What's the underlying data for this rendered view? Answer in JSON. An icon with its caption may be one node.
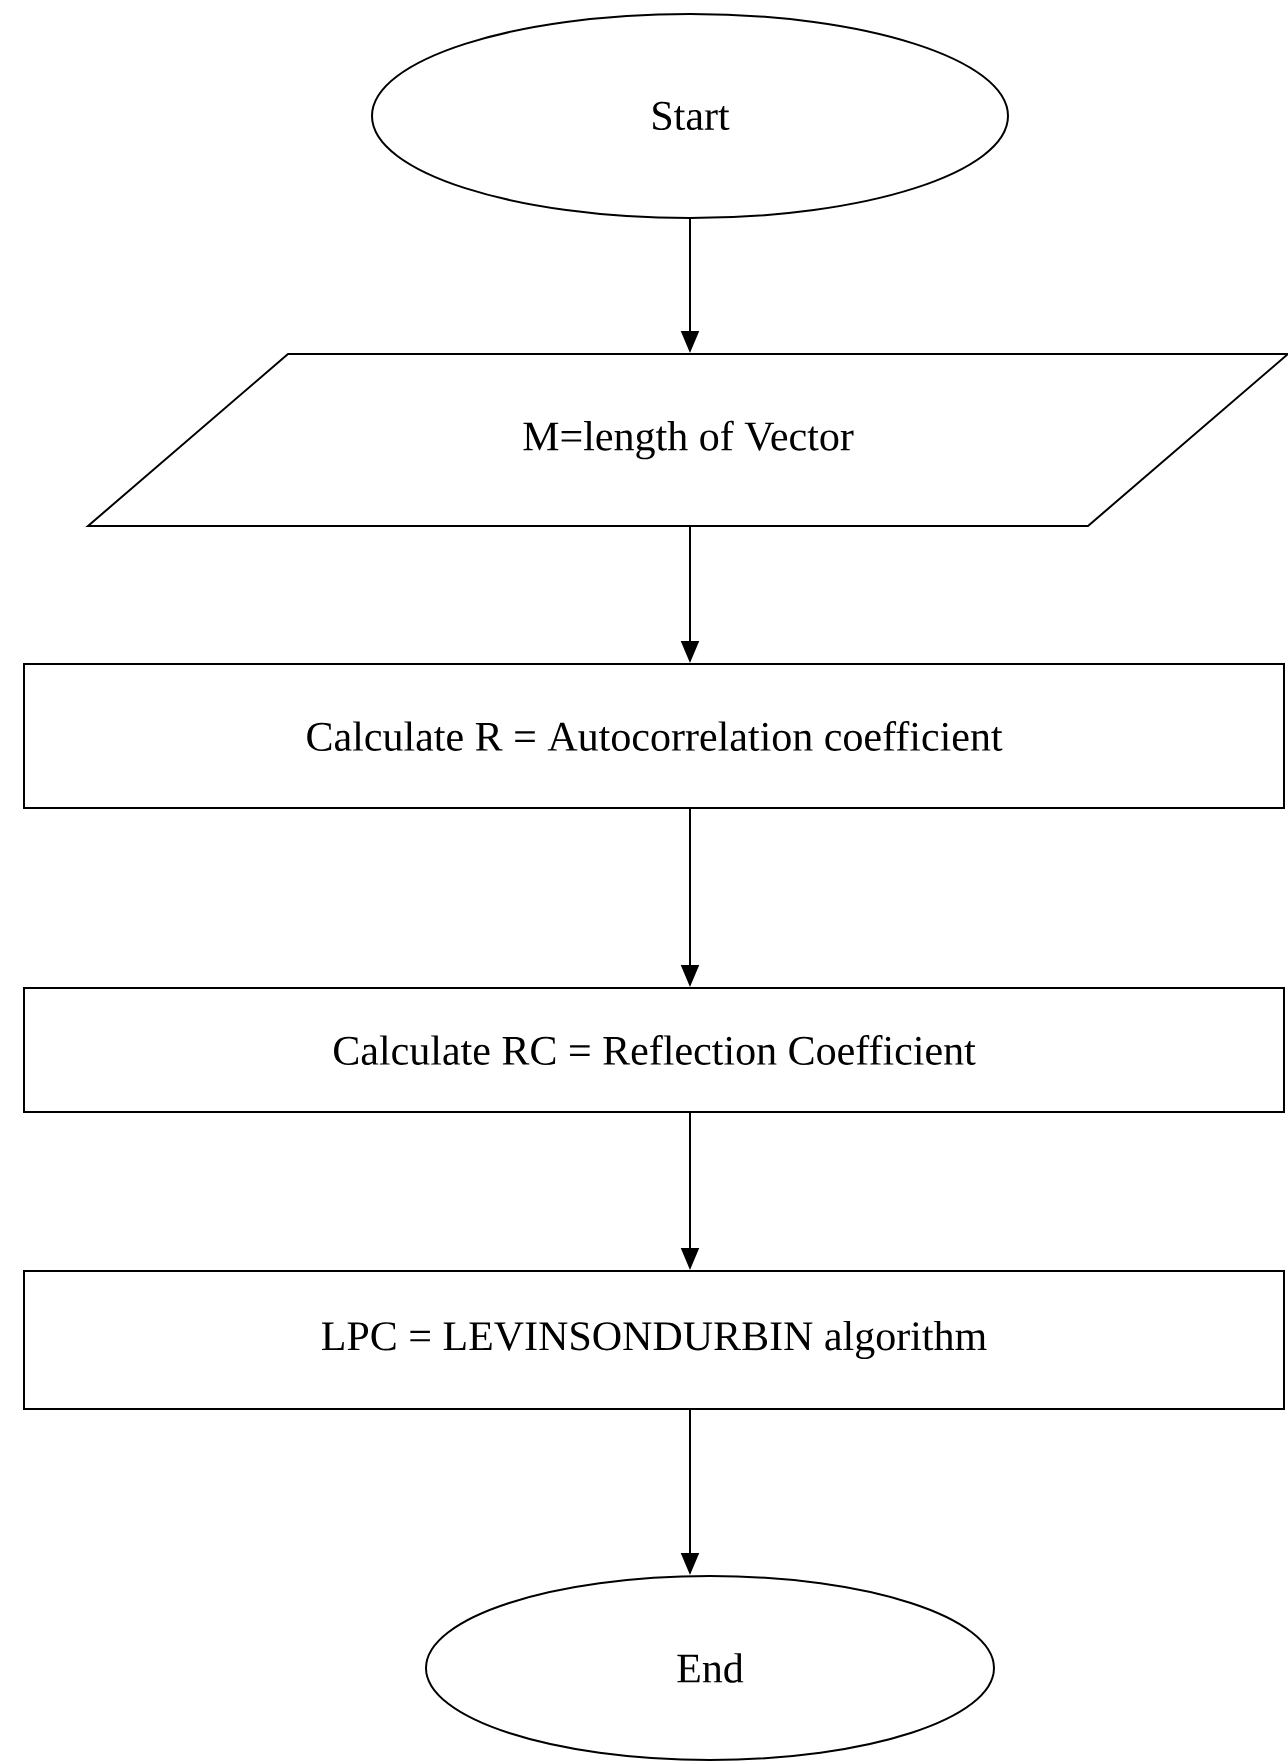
{
  "diagram": {
    "nodes": [
      {
        "text": [
          "Start"
        ]
      },
      {
        "text": [
          "M=length of Vector"
        ]
      },
      {
        "text": [
          "Calculate R = Autocorrelation coefficient"
        ]
      },
      {
        "text": [
          "Calculate RC = Reflection Coefficient"
        ]
      },
      {
        "text": [
          "LPC = LEVINSONDURBIN algorithm"
        ]
      },
      {
        "text": [
          "End"
        ]
      }
    ],
    "edges": [
      {
        "from": 0,
        "to": 1,
        "arrow": "to"
      },
      {
        "from": 1,
        "to": 2,
        "arrow": "to"
      },
      {
        "from": 2,
        "to": 3,
        "arrow": "to"
      },
      {
        "from": 3,
        "to": 4,
        "arrow": "to"
      },
      {
        "from": 4,
        "to": 5,
        "arrow": "to"
      }
    ]
  }
}
